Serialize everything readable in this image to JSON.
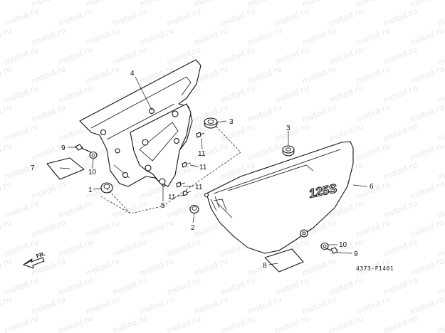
{
  "diagram": {
    "watermark": "motod.ru",
    "drawing_code": "4373-F1401",
    "direction_label": "FR.",
    "badge_text": "125S",
    "callouts": {
      "c1": "1",
      "c2": "2",
      "c3a": "3",
      "c3b": "3",
      "c4": "4",
      "c5": "5",
      "c6": "6",
      "c7": "7",
      "c8": "8",
      "c9a": "9",
      "c9b": "9",
      "c10a": "10",
      "c10b": "10",
      "c11a": "11",
      "c11b": "11",
      "c11c": "11",
      "c11d": "11"
    }
  }
}
